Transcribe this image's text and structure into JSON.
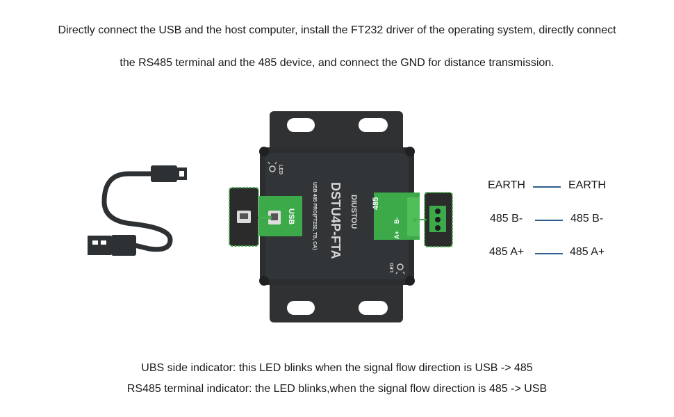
{
  "header": {
    "line1": "Directly connect the USB and the host computer, install the FT232 driver of the operating system, directly connect",
    "line2": "the RS485 terminal and the 485 device, and connect the GND for distance transmission."
  },
  "device": {
    "model": "DSTU4P-FTA",
    "brand": "DIUSTOU",
    "subtitle": "USB 485 PRO(FT232, TB, CA)",
    "usb_label": "USB",
    "led_label": "LED",
    "terminal_label": "485",
    "terminal_pins": [
      "B-",
      "A+"
    ]
  },
  "wiring": [
    {
      "left": "EARTH",
      "right": "EARTH"
    },
    {
      "left": "485 B-",
      "right": "485 B-"
    },
    {
      "left": "485 A+",
      "right": "485 A+"
    }
  ],
  "footer": {
    "line1": "UBS side indicator: this LED blinks when the signal flow direction is USB -> 485",
    "line2": "RS485 terminal indicator: the LED blinks,when the signal flow direction is 485 -> USB"
  },
  "colors": {
    "device_body": "#2b2d2f",
    "terminal_green": "#3daa4a",
    "wire_blue": "#2f5e8c",
    "connector_outline": "#4caf50"
  }
}
